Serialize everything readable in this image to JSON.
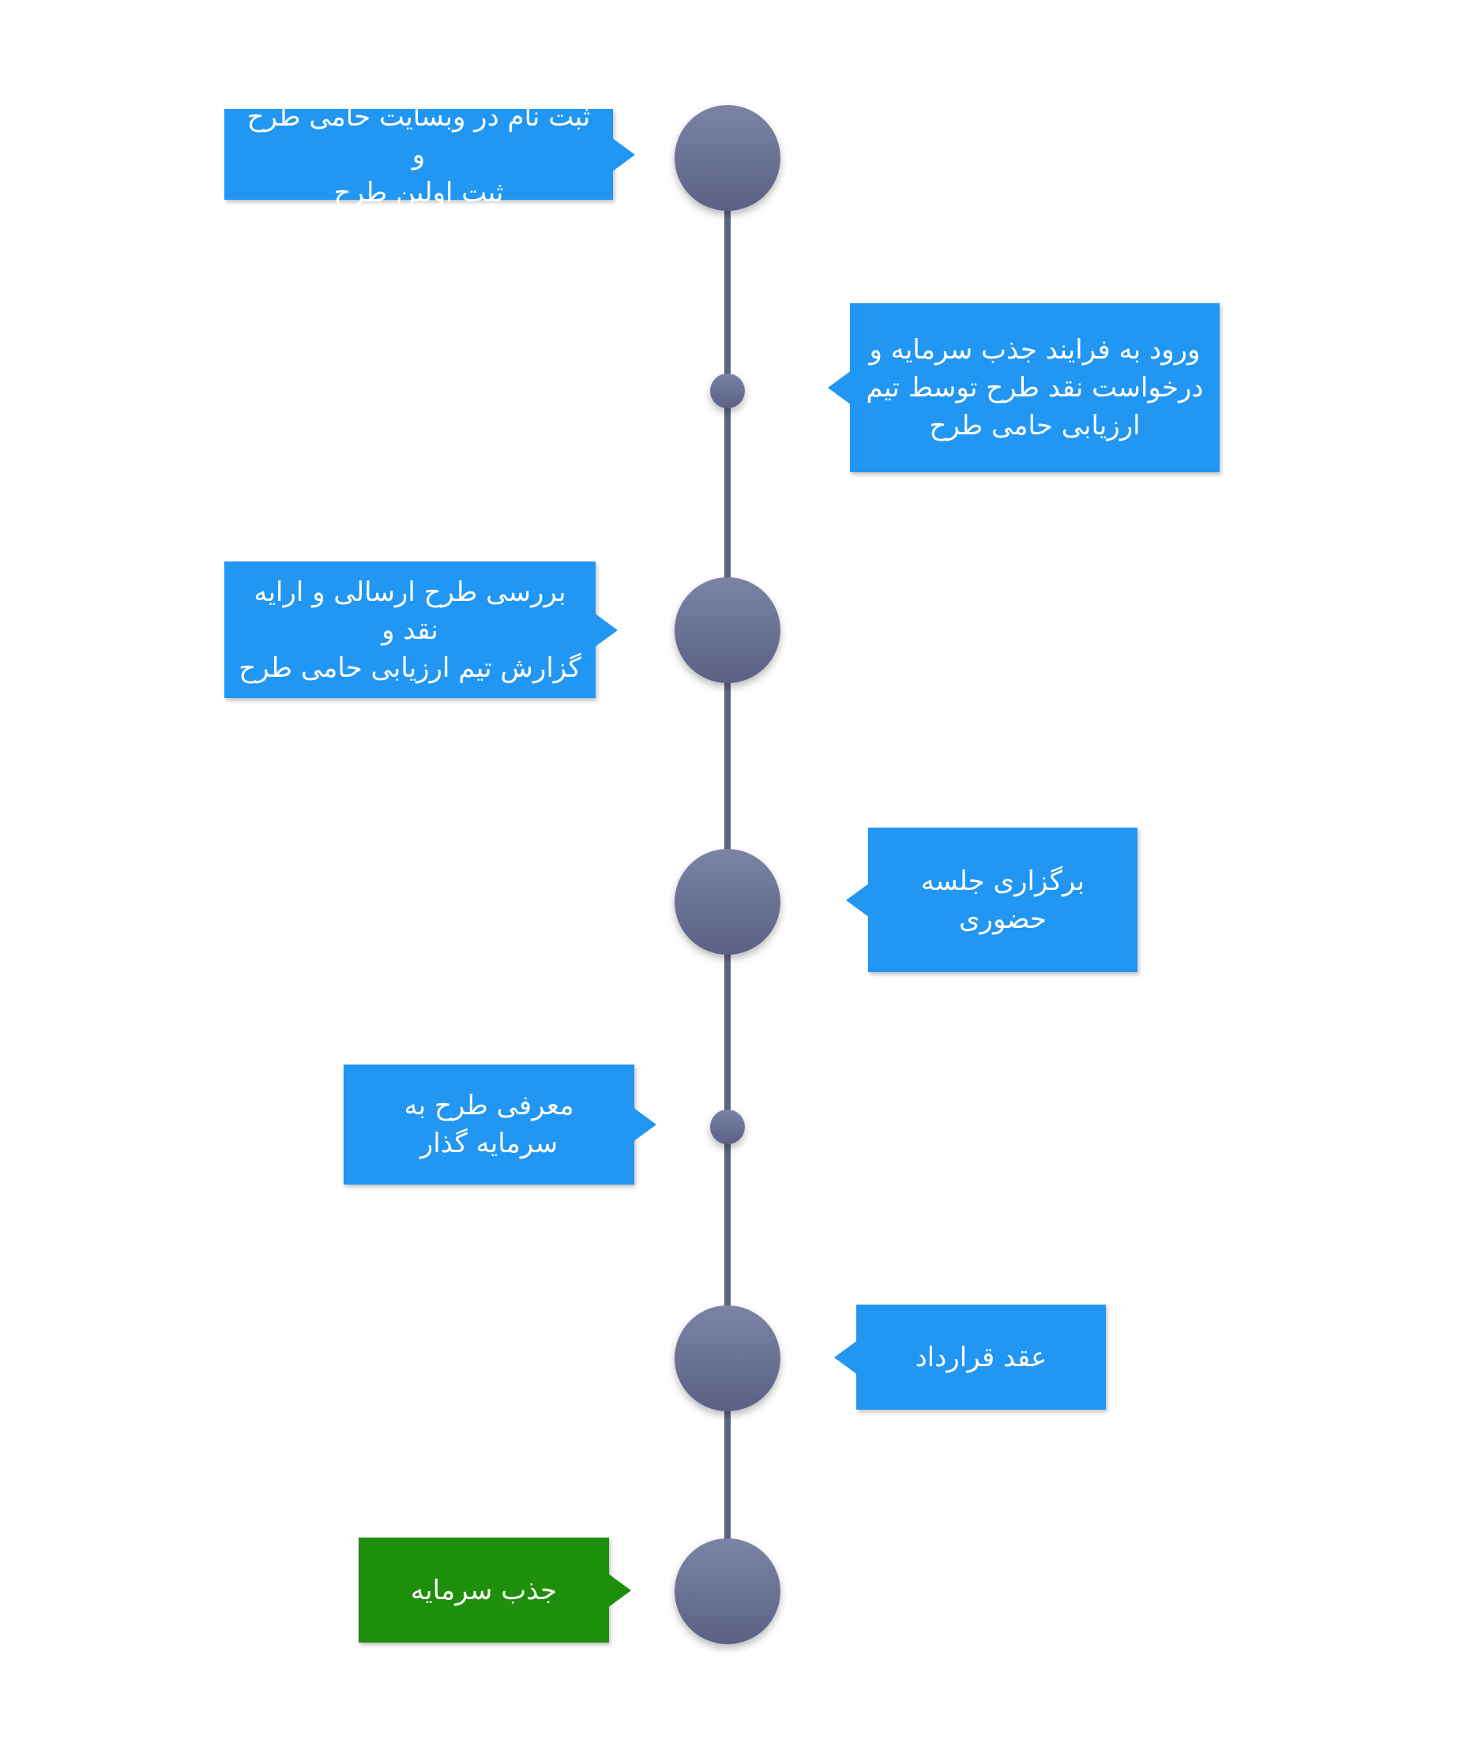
{
  "steps": [
    {
      "label": "ثبت نام در وبسایت حامی طرح و\nثبت اولین طرح",
      "side": "left",
      "node": "big",
      "color": "#2196f3"
    },
    {
      "label": "ورود به فرایند جذب سرمایه و\nدرخواست نقد طرح توسط تیم\nارزیابی حامی طرح",
      "side": "right",
      "node": "small",
      "color": "#2196f3"
    },
    {
      "label": "بررسی طرح ارسالی و ارایه نقد و\nگزارش تیم ارزیابی حامی طرح",
      "side": "left",
      "node": "big",
      "color": "#2196f3"
    },
    {
      "label": "برگزاری جلسه حضوری",
      "side": "right",
      "node": "big",
      "color": "#2196f3"
    },
    {
      "label": "معرفی طرح به\nسرمایه گذار",
      "side": "left",
      "node": "small",
      "color": "#2196f3"
    },
    {
      "label": "عقد قرارداد",
      "side": "right",
      "node": "big",
      "color": "#2196f3"
    },
    {
      "label": "جذب سرمایه",
      "side": "left",
      "node": "big",
      "color": "#1e8f0a"
    }
  ]
}
